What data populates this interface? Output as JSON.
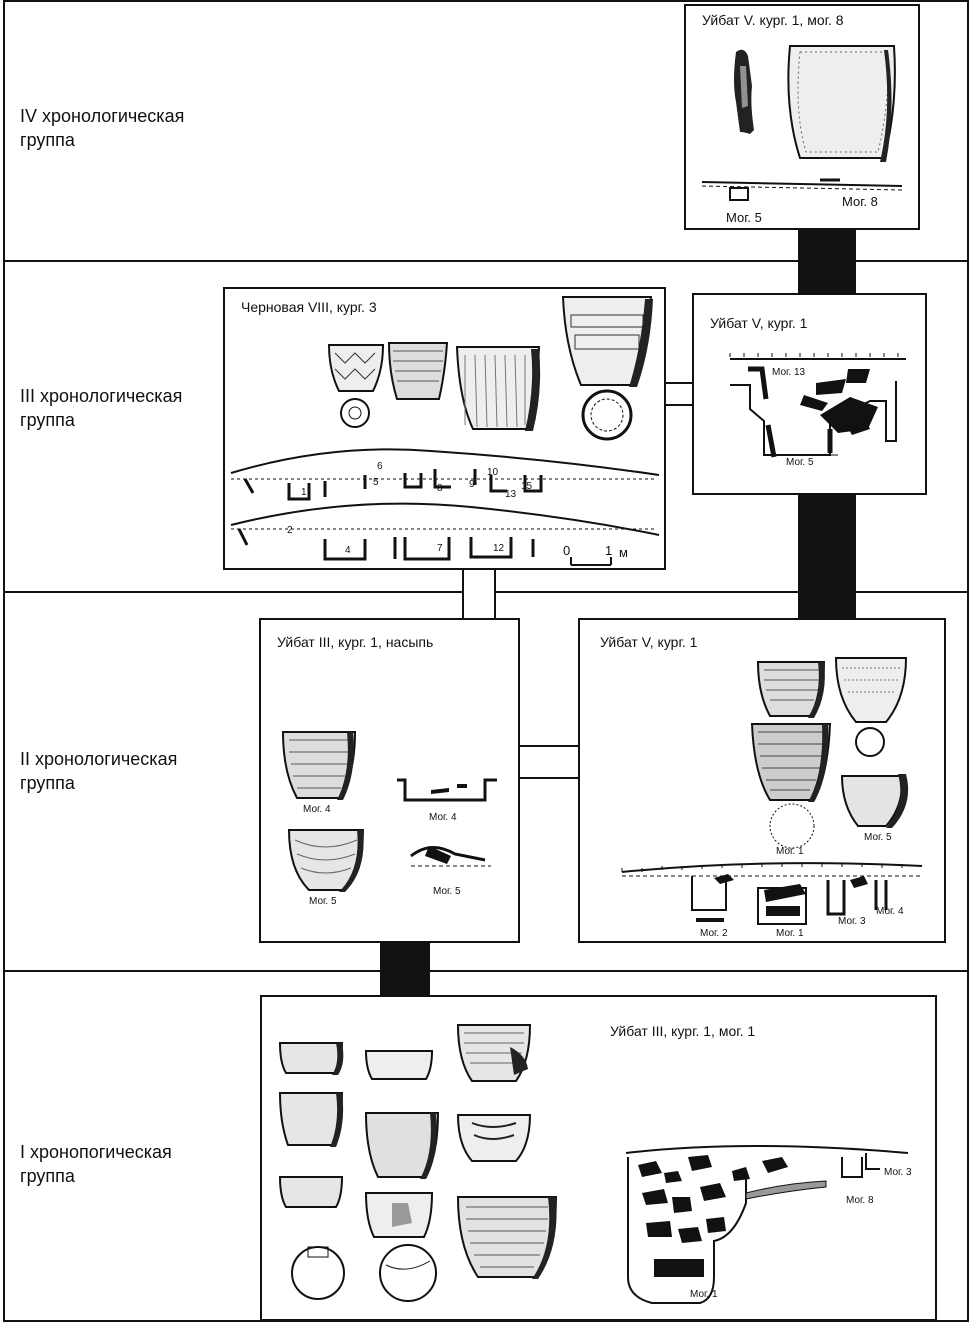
{
  "groups": {
    "iv": "IV хронологическая группа",
    "iii": "III хронологическая группа",
    "ii": "II хронологическая группа",
    "i": "I хронопогическая группа"
  },
  "panels": {
    "uybat5_k1_m8": {
      "title": "Уйбат V. кург. 1, мог. 8",
      "cap_mog5": "Мог. 5",
      "cap_mog8": "Мог. 8"
    },
    "chernovaya": {
      "title": "Черновая VIII, кург. 3",
      "nums": [
        "6",
        "10",
        "1",
        "5",
        "8",
        "9",
        "13",
        "15",
        "2",
        "4",
        "7",
        "12"
      ],
      "scale_zero": "0",
      "scale_one": "1",
      "scale_unit": "м"
    },
    "uybat5_k1_iii": {
      "title": "Уйбат V, кург. 1",
      "cap_mog13": "Мог. 13",
      "cap_mog5": "Мог. 5"
    },
    "uybat3_nasyp": {
      "title": "Уйбат III, кург. 1, насыпь",
      "cap_mog4a": "Мог. 4",
      "cap_mog4b": "Мог. 4",
      "cap_mog5a": "Мог. 5",
      "cap_mog5b": "Мог. 5"
    },
    "uybat5_k1_ii": {
      "title": "Уйбат V, кург. 1",
      "cap_mog1": "Мог. 1",
      "cap_mog5": "Мог. 5",
      "cap_mog2": "Мог. 2",
      "cap_mog1b": "Мог. 1",
      "cap_mog3": "Мог. 3",
      "cap_mog4": "Мог. 4"
    },
    "uybat3_m1": {
      "title": "Уйбат III, кург. 1, мог. 1",
      "cap_mog3": "Мог. 3",
      "cap_mog8": "Мог. 8",
      "cap_mog1": "Мог. 1"
    }
  }
}
